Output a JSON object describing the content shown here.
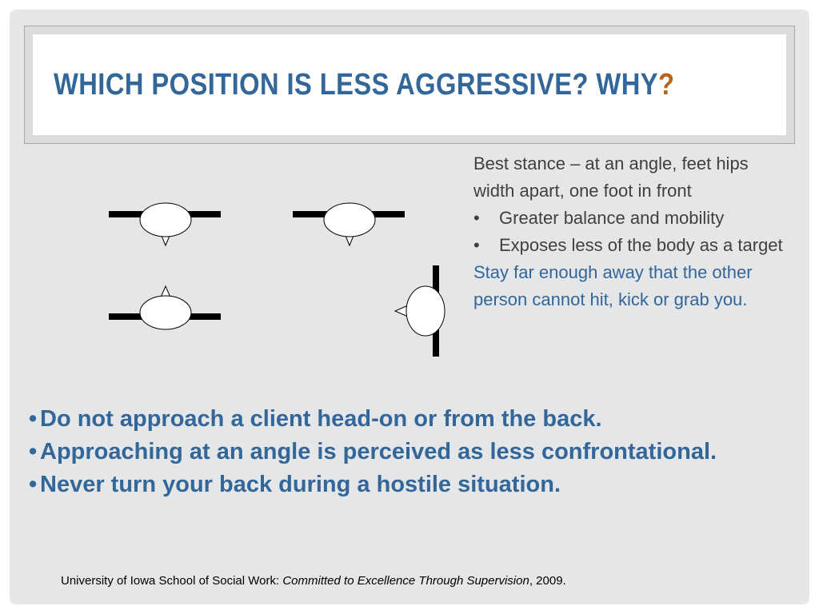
{
  "title": {
    "text": "WHICH POSITION IS LESS AGGRESSIVE? WHY",
    "qmark": "?"
  },
  "right_text": {
    "intro": "Best stance – at an angle, feet hips width apart, one foot in front",
    "bullets": [
      "Greater balance and mobility",
      "Exposes less of the body as a target"
    ],
    "highlight": "Stay far enough away that the other person cannot hit, kick or grab you."
  },
  "main_bullets": [
    "Do not approach a client head-on or from the back.",
    "Approaching at an angle is perceived as less confrontational.",
    "Never turn your back during a hostile situation."
  ],
  "footer": {
    "prefix": "University of Iowa School of Social Work: ",
    "italic": "Committed to Excellence Through Supervision",
    "suffix": ", 2009."
  },
  "colors": {
    "accent": "#336699",
    "title_qmark": "#b5651d",
    "body_text": "#404040"
  }
}
